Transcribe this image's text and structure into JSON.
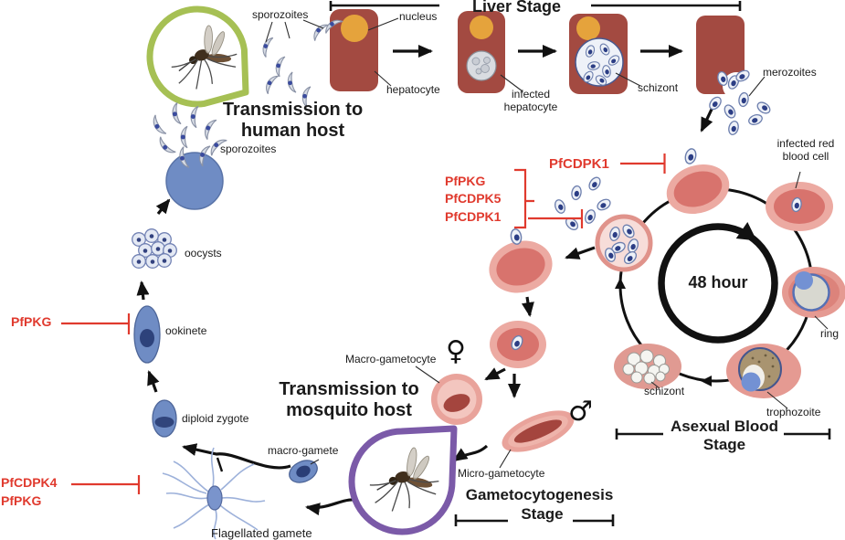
{
  "colors": {
    "inhibitor_red": "#e03a2e",
    "hepatocyte_red": "#a34a41",
    "nucleus_orange": "#e5a33c",
    "rbc_outer_pink": "#ecaaa2",
    "rbc_inner_pink": "#d8736d",
    "parasite_blue": "#6f8cc4",
    "transmission_green": "#a6c054",
    "transmission_purple": "#7b5aa8"
  },
  "liver_stage": {
    "title": "Liver Stage",
    "nucleus": "nucleus",
    "hepatocyte": "hepatocyte",
    "infected_hepatocyte": "infected\nhepatocyte",
    "schizont": "schizont",
    "merozoites": "merozoites",
    "sporozoites": "sporozoites"
  },
  "human_transmission": {
    "title": "Transmission to\nhuman host",
    "sporozoites": "sporozoites"
  },
  "mosquito_cycle": {
    "oocysts": "oocysts",
    "ookinete": "ookinete",
    "diploid_zygote": "diploid zygote",
    "macro_gamete": "macro-gamete",
    "flagellated_gamete": "Flagellated gamete"
  },
  "mosquito_transmission": {
    "title": "Transmission to\nmosquito host"
  },
  "blood_stage": {
    "title": "Asexual Blood\nStage",
    "cycle_duration": "48 hour",
    "infected_rbc": "infected red\nblood cell",
    "ring": "ring",
    "trophozoite": "trophozoite",
    "schizont": "schizont"
  },
  "gametocyte_stage": {
    "title": "Gametocytogenesis",
    "stage_word": "Stage",
    "macro_gametocyte": "Macro-gametocyte",
    "micro_gametocyte": "Micro-gametocyte",
    "female_symbol": "♀",
    "male_symbol": "♂"
  },
  "inhibitors": {
    "pfcdpk1_blood": "PfCDPK1",
    "egress_group": [
      "PfPKG",
      "PfCDPK5",
      "PfCDPK1"
    ],
    "ookinete": "PfPKG",
    "gamete_group": [
      "PfCDPK4",
      "PfPKG"
    ]
  }
}
